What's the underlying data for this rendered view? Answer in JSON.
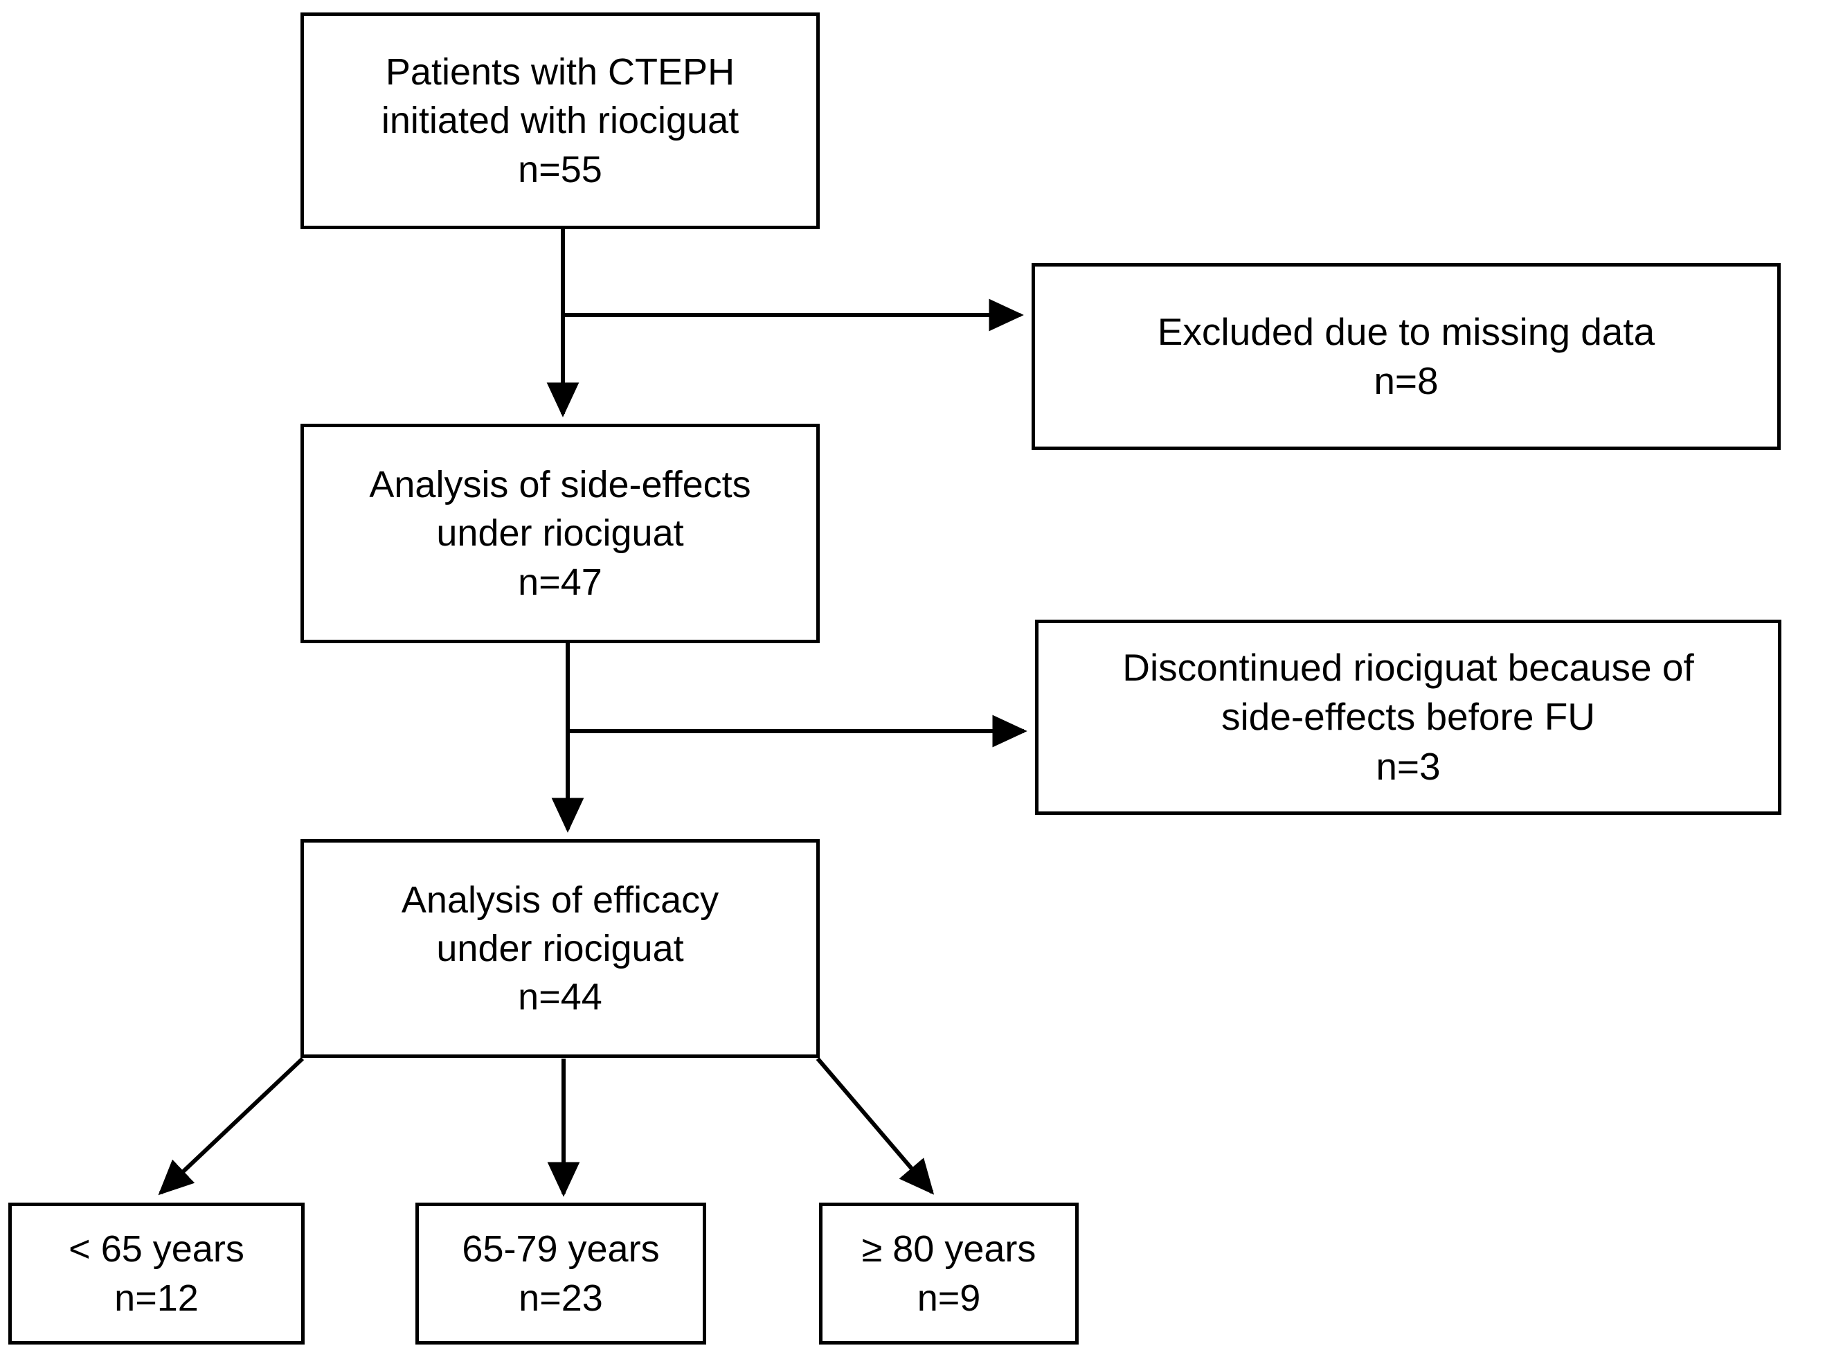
{
  "diagram": {
    "type": "flowchart",
    "title": "CTEPH riociguat patient flow",
    "accent_color": "#000000",
    "background_color": "#ffffff",
    "nodes": [
      {
        "id": "enrolled",
        "lines": [
          "Patients with CTEPH",
          "initiated with riociguat"
        ],
        "count_label": "n=55",
        "n": 55
      },
      {
        "id": "excluded",
        "lines": [
          "Excluded due to missing data"
        ],
        "count_label": "n=8",
        "n": 8
      },
      {
        "id": "side_effects",
        "lines": [
          "Analysis of side-effects",
          "under riociguat"
        ],
        "count_label": "n=47",
        "n": 47
      },
      {
        "id": "discontinued",
        "lines": [
          "Discontinued riociguat because of",
          "side-effects before FU"
        ],
        "count_label": "n=3",
        "n": 3
      },
      {
        "id": "efficacy",
        "lines": [
          "Analysis of efficacy",
          "under riociguat"
        ],
        "count_label": "n=44",
        "n": 44
      },
      {
        "id": "age_young",
        "lines": [
          "< 65 years"
        ],
        "count_label": "n=12",
        "n": 12
      },
      {
        "id": "age_mid",
        "lines": [
          "65-79 years"
        ],
        "count_label": "n=23",
        "n": 23
      },
      {
        "id": "age_old",
        "lines": [
          "≥ 80 years"
        ],
        "count_label": "n=9",
        "n": 9
      }
    ],
    "edges": [
      {
        "from": "enrolled",
        "to": "excluded",
        "style": "elbow-right"
      },
      {
        "from": "enrolled",
        "to": "side_effects",
        "style": "straight-down"
      },
      {
        "from": "side_effects",
        "to": "discontinued",
        "style": "elbow-right"
      },
      {
        "from": "side_effects",
        "to": "efficacy",
        "style": "straight-down"
      },
      {
        "from": "efficacy",
        "to": "age_young",
        "style": "diagonal-left"
      },
      {
        "from": "efficacy",
        "to": "age_mid",
        "style": "straight-down"
      },
      {
        "from": "efficacy",
        "to": "age_old",
        "style": "diagonal-right"
      }
    ]
  }
}
